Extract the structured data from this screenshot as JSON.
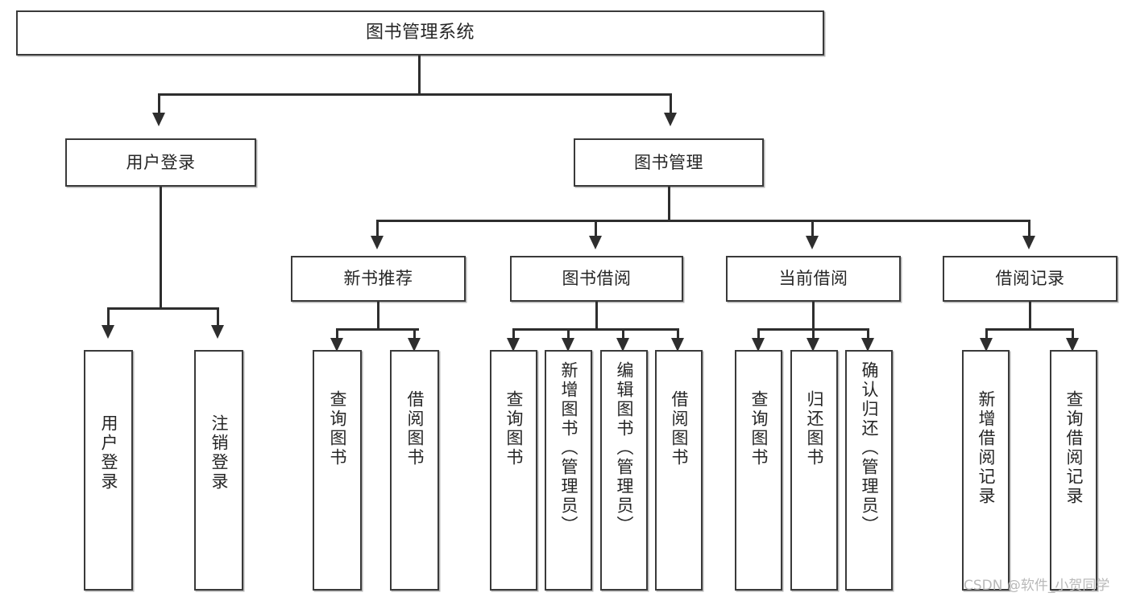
{
  "diagram": {
    "title": "图书管理系统",
    "type": "tree-hierarchy-chart",
    "root": {
      "label": "图书管理系统"
    },
    "level2": [
      {
        "label": "用户登录"
      },
      {
        "label": "图书管理"
      }
    ],
    "level3": [
      {
        "label": "新书推荐"
      },
      {
        "label": "图书借阅"
      },
      {
        "label": "当前借阅"
      },
      {
        "label": "借阅记录"
      }
    ],
    "leaves": {
      "user_login": [
        {
          "label": "用户登录"
        },
        {
          "label": "注销登录"
        }
      ],
      "new_book_recommend": [
        {
          "label": "查询图书"
        },
        {
          "label": "借阅图书"
        }
      ],
      "book_borrow": [
        {
          "label": "查询图书"
        },
        {
          "label": "新增图书（管理员）"
        },
        {
          "label": "编辑图书（管理员）"
        },
        {
          "label": "借阅图书"
        }
      ],
      "current_borrow": [
        {
          "label": "查询图书"
        },
        {
          "label": "归还图书"
        },
        {
          "label": "确认归还（管理员）"
        }
      ],
      "borrow_record": [
        {
          "label": "新增借阅记录"
        },
        {
          "label": "查询借阅记录"
        }
      ]
    }
  },
  "watermark": {
    "text": "CSDN @软件_小贺同学"
  },
  "colors": {
    "box_border": "#3a3a3a",
    "connector": "#2e2e2e",
    "text": "#262626",
    "background": "#ffffff",
    "watermark": "#b9b9b9"
  }
}
